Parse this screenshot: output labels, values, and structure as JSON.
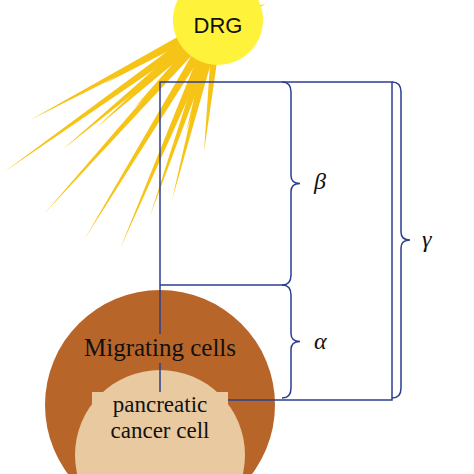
{
  "diagram": {
    "nodes": [
      {
        "text": [
          "DRG"
        ]
      },
      {
        "text": [
          "Migrating cells"
        ]
      },
      {
        "text": [
          "pancreatic cancer cell"
        ],
        "in": 1
      }
    ],
    "labels": [
      "β",
      "α",
      "γ"
    ]
  }
}
